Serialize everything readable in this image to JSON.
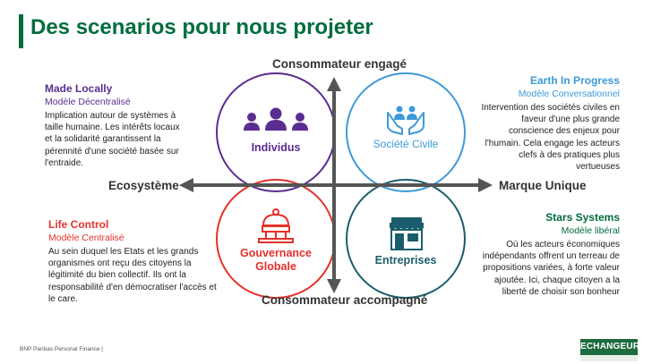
{
  "title": "Des scenarios pour nous projeter",
  "axes": {
    "top": "Consommateur engagé",
    "bottom": "Consommateur accompagné",
    "left": "Ecosystème",
    "right": "Marque Unique"
  },
  "quadrants": {
    "top_left": {
      "title": "Made Locally",
      "subtitle": "Modèle Décentralisé",
      "body": "Implication autour de systèmes à taille humaine. Les intérêts locaux et la solidarité garantissent la pérennité d'une société basée sur l'entraide.",
      "color": "#5a2d91"
    },
    "top_right": {
      "title": "Earth In Progress",
      "subtitle": "Modèle Conversationnel",
      "body": "Intervention des sociétés civiles en faveur d'une plus grande conscience des enjeux pour l'humain. Cela engage les acteurs clefs à des pratiques plus vertueuses",
      "color": "#3d9ad8"
    },
    "bottom_left": {
      "title": "Life Control",
      "subtitle": "Modèle Centralisé",
      "body": "Au sein duquel les Etats et les grands organismes ont reçu des citoyens la légitimité du bien collectif. Ils ont la responsabilité d'en démocratiser l'accès et le care.",
      "color": "#e4312b"
    },
    "bottom_right": {
      "title": "Stars Systems",
      "subtitle": "Modèle libéral",
      "body": "Où les acteurs économiques indépendants offrent un terreau de propositions variées, à forte valeur ajoutée. Ici, chaque citoyen a la liberté de choisir son bonheur",
      "color": "#006d3c"
    }
  },
  "circles": {
    "individus": {
      "label": "Individus",
      "icon": "people-group-icon",
      "color": "#5a2d91"
    },
    "societe_civile": {
      "label": "Société Civile",
      "icon": "hands-people-icon",
      "color": "#3d9ad8"
    },
    "gouvernance": {
      "label_line1": "Gouvernance",
      "label_line2": "Globale",
      "icon": "institution-bell-icon",
      "color": "#e4312b"
    },
    "entreprises": {
      "label": "Entreprises",
      "icon": "storefront-icon",
      "color": "#1b5e6b"
    }
  },
  "footer": "BNP Paribas Personal Finance  |",
  "logo": "ECHANGEUR"
}
